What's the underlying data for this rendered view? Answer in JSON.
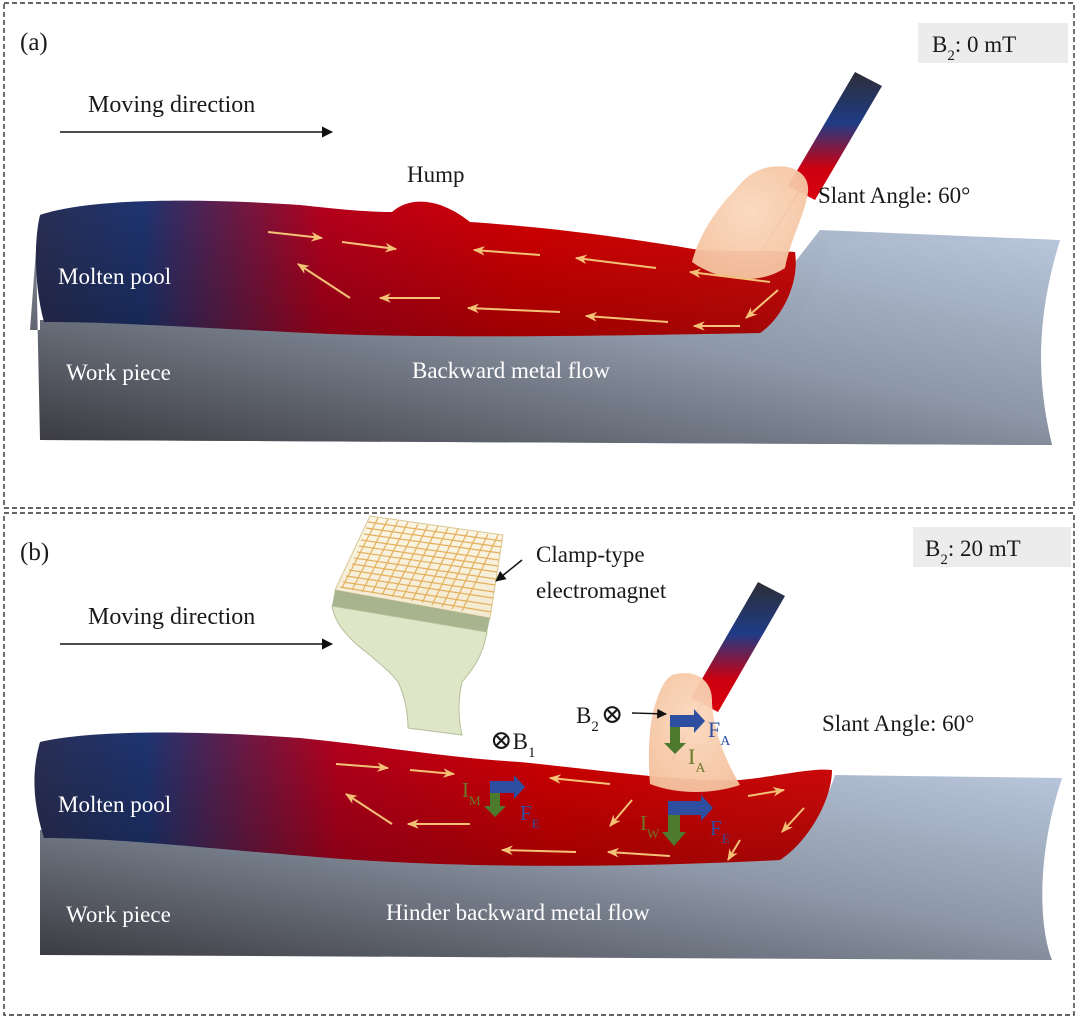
{
  "panel_a": {
    "label": "(a)",
    "field": {
      "prefix": "B",
      "sub": "2",
      "value": ":  0 mT"
    },
    "moving_direction": "Moving direction",
    "hump": "Hump",
    "slant_angle": "Slant Angle: 60°",
    "molten_pool": "Molten pool",
    "work_piece": "Work piece",
    "flow": "Backward metal flow"
  },
  "panel_b": {
    "label": "(b)",
    "field": {
      "prefix": "B",
      "sub": "2",
      "value": ": 20 mT"
    },
    "moving_direction": "Moving direction",
    "electromagnet_line1": "Clamp-type",
    "electromagnet_line2": "electromagnet",
    "slant_angle": "Slant Angle: 60°",
    "molten_pool": "Molten pool",
    "work_piece": "Work piece",
    "flow": "Hinder backward metal flow",
    "b1": {
      "symbol": "⊗",
      "prefix": "B",
      "sub": "1"
    },
    "b2": {
      "symbol": "⊗",
      "prefix": "B",
      "sub": "2"
    },
    "fa": {
      "prefix": "F",
      "sub": "A"
    },
    "ia": {
      "prefix": "I",
      "sub": "A"
    },
    "im": {
      "prefix": "I",
      "sub": "M"
    },
    "fe1": {
      "prefix": "F",
      "sub": "E"
    },
    "iw": {
      "prefix": "I",
      "sub": "W"
    },
    "fe2": {
      "prefix": "F",
      "sub": "E"
    }
  },
  "colors": {
    "pool_hot": "#d40000",
    "pool_cold": "#1e3470",
    "workpiece_light": "#b4c2d8",
    "workpiece_dark": "#3a3a40",
    "flow_arrow": "#f4c277",
    "arc": "#f7c9a6",
    "force_arrow": "#2e4fa1",
    "current_arrow": "#4e7a2e",
    "force_label": "#2e4fa1",
    "current_label": "#6b7a2a"
  }
}
